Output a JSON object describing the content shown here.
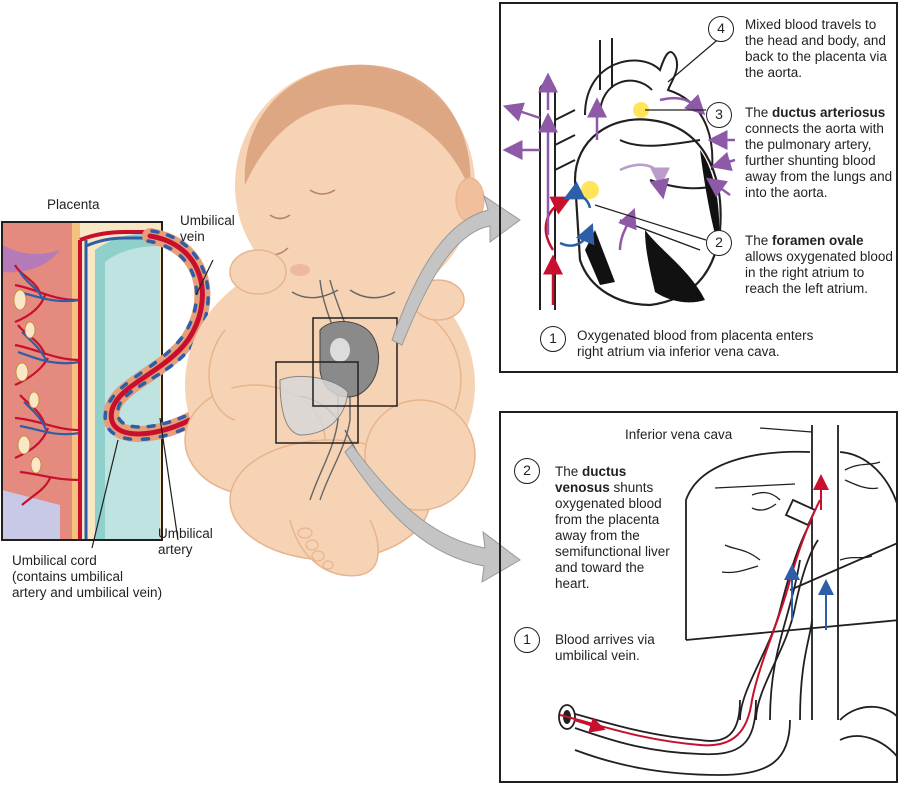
{
  "labels": {
    "placenta": "Placenta",
    "umbilical_vein": "Umbilical\nvein",
    "umbilical_artery": "Umbilical\nartery",
    "umbilical_cord": "Umbilical cord\n(contains umbilical\nartery and umbilical vein)",
    "inferior_vena_cava": "Inferior vena cava"
  },
  "heart_steps": [
    {
      "number": "1",
      "text": "Oxygenated blood from placenta enters right atrium via inferior vena cava."
    },
    {
      "number": "2",
      "lead": "The ",
      "bold": "foramen ovale",
      "text": " allows oxygenated blood in the right atrium to reach the left atrium."
    },
    {
      "number": "3",
      "lead": "The ",
      "bold": "ductus arteriosus",
      "text": " connects the aorta with the pulmonary artery, further shunting blood away from the lungs and into the aorta."
    },
    {
      "number": "4",
      "text": "Mixed blood travels to the head and body, and back to the placenta via the aorta."
    }
  ],
  "liver_steps": [
    {
      "number": "1",
      "text": "Blood arrives via umbilical vein."
    },
    {
      "number": "2",
      "lead": "The ",
      "bold": "ductus venosus",
      "text": " shunts oxygenated blood from the placenta away from the semifunctional liver and toward the heart."
    }
  ],
  "colors": {
    "oxygenated": "#c8102e",
    "deoxygenated": "#2f5ea8",
    "mixed": "#8e5aa8",
    "skin": "#f6d3b4",
    "skin_shadow": "#e8b48e",
    "hair": "#dca27e",
    "placenta_tissue": "#e58a7e",
    "amniotic": "#bfe3e1",
    "highlight": "#ffe13a",
    "callout_arrow": "#b9b9b9"
  }
}
